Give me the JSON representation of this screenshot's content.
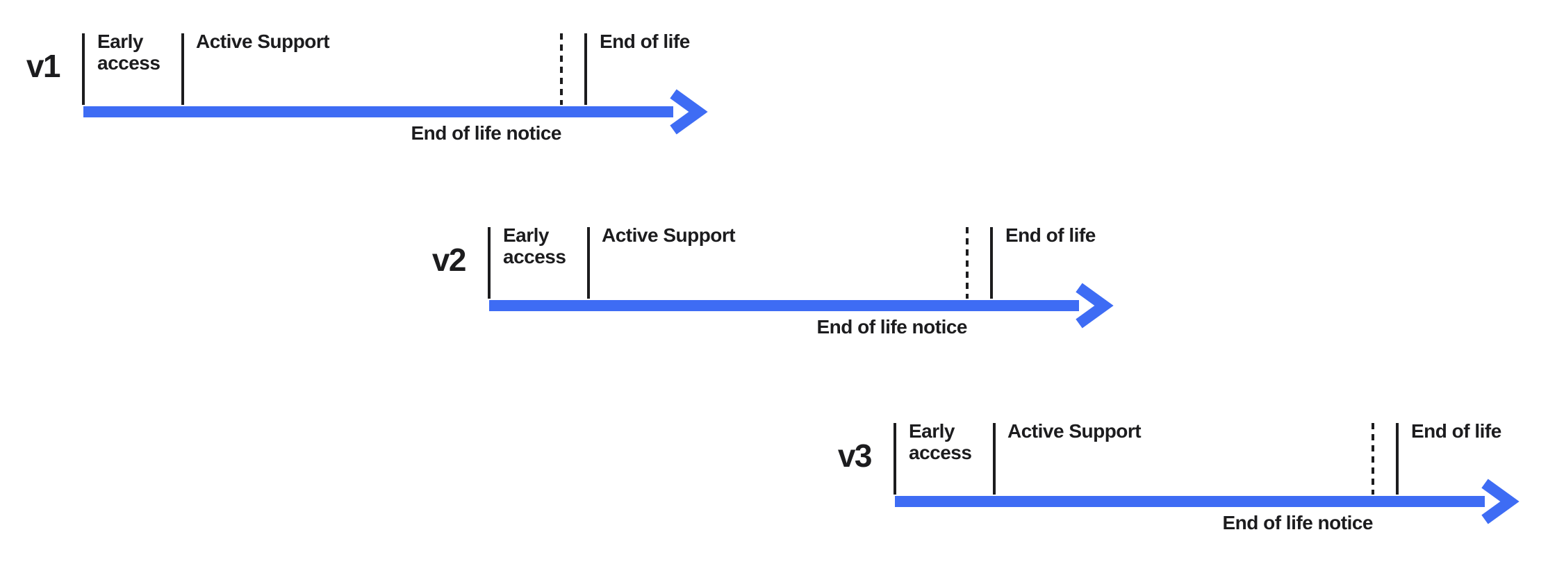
{
  "diagram": {
    "colors": {
      "arrow_blue": "#3E6CF4",
      "ink": "#1C1C1E",
      "background": "#FFFFFF"
    },
    "labels": {
      "early_access_line1": "Early",
      "early_access_line2": "access",
      "active_support": "Active Support",
      "end_of_life": "End of life",
      "end_of_life_notice": "End of life notice"
    },
    "rows": [
      {
        "version": "v1"
      },
      {
        "version": "v2"
      },
      {
        "version": "v3"
      }
    ]
  }
}
